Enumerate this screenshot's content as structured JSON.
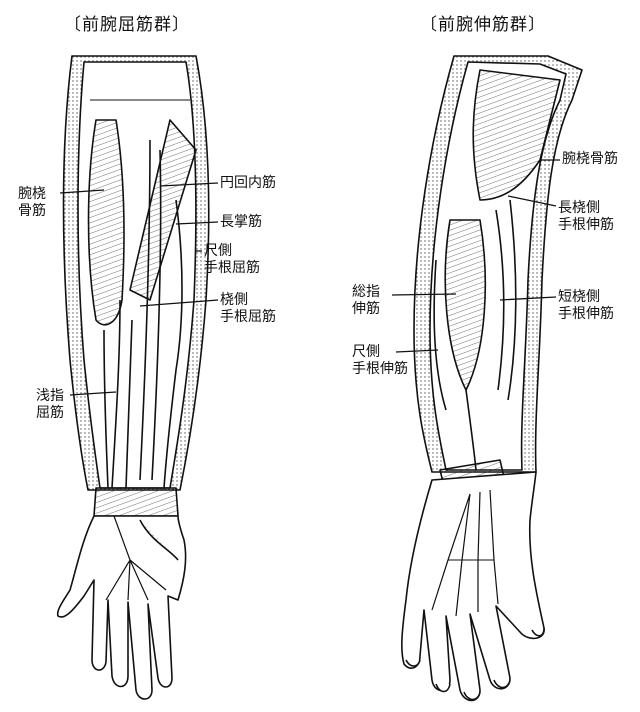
{
  "panels": [
    {
      "title": "〔前腕屈筋群〕",
      "labels": [
        {
          "lines": [
            "腕桡",
            "骨筋"
          ]
        },
        {
          "lines": [
            "円回内筋"
          ]
        },
        {
          "lines": [
            "長掌筋"
          ]
        },
        {
          "lines": [
            "尺側",
            "手根屈筋"
          ]
        },
        {
          "lines": [
            "桡側",
            "手根屈筋"
          ]
        },
        {
          "lines": [
            "浅指",
            "屈筋"
          ]
        }
      ]
    },
    {
      "title": "〔前腕伸筋群〕",
      "labels": [
        {
          "lines": [
            "腕桡骨筋"
          ]
        },
        {
          "lines": [
            "長桡側",
            "手根伸筋"
          ]
        },
        {
          "lines": [
            "総指",
            "伸筋"
          ]
        },
        {
          "lines": [
            "短桡側",
            "手根伸筋"
          ]
        },
        {
          "lines": [
            "尺側",
            "手根伸筋"
          ]
        }
      ]
    }
  ]
}
